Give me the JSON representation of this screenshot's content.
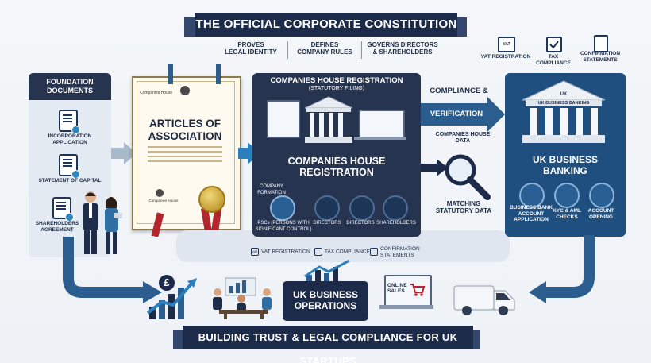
{
  "title": "THE OFFICIAL CORPORATE CONSTITUTION",
  "purposes": [
    {
      "line1": "PROVES",
      "line2": "LEGAL IDENTITY"
    },
    {
      "line1": "DEFINES",
      "line2": "COMPANY RULES"
    },
    {
      "line1": "GOVERNS DIRECTORS",
      "line2": "& SHAREHOLDERS"
    }
  ],
  "top_right_icons": [
    {
      "icon": "vat-icon",
      "badge": "VAT",
      "label": "VAT REGISTRATION"
    },
    {
      "icon": "tax-check-icon",
      "label": "TAX COMPLIANCE"
    },
    {
      "icon": "statement-icon",
      "label": "CONFIRMATION STATEMENTS"
    }
  ],
  "foundation": {
    "title": "FOUNDATION DOCUMENTS",
    "items": [
      "INCORPORATION APPLICATION",
      "STATEMENT OF CAPITAL",
      "SHAREHOLDERS AGREEMENT"
    ]
  },
  "articles": {
    "title_line1": "ARTICLES OF",
    "title_line2": "ASSOCIATION",
    "seal_top": "Companies House",
    "seal_bottom": "Companies House"
  },
  "companies_house": {
    "header": "COMPANIES HOUSE REGISTRATION",
    "subheader": "(STATUTORY FILING)",
    "title_line1": "COMPANIES HOUSE",
    "title_line2": "REGISTRATION",
    "formation_label": "COMPANY FORMATION",
    "roles": [
      "PSCs (PERSONS WITH SIGNIFICANT CONTROL)",
      "DIRECTORS",
      "DIRECTORS",
      "SHAREHOLDERS"
    ]
  },
  "flow_labels": {
    "compliance": "COMPLIANCE &",
    "verification": "VERIFICATION",
    "ch_data": "COMPANIES HOUSE DATA",
    "matching": "MATCHING STATUTORY DATA"
  },
  "banking": {
    "building_label": "UK BUSINESS BANKING",
    "building_top": "UK",
    "title_line1": "UK BUSINESS",
    "title_line2": "BANKING",
    "items": [
      "BUSINESS BANK ACCOUNT APPLICATION",
      "KYC & AML CHECKS",
      "ACCOUNT OPENING"
    ]
  },
  "compliance_row": [
    {
      "badge": "VAT",
      "label": "VAT REGISTRATION"
    },
    {
      "label": "TAX COMPLIANCE"
    },
    {
      "label": "CONFIRMATION STATEMENTS"
    }
  ],
  "operations": {
    "title_line1": "UK BUSINESS",
    "title_line2": "OPERATIONS",
    "online_sales": "ONLINE SALES",
    "pound": "£"
  },
  "footer": "BUILDING TRUST & LEGAL COMPLIANCE FOR UK STARTUPS",
  "colors": {
    "navy": "#1d2b4a",
    "panel_dark": "#27344f",
    "bank_blue": "#1f4f7e",
    "arrow_blue": "#2c5d8f",
    "gold": "#c9a227",
    "ribbon_red": "#b3262d"
  }
}
